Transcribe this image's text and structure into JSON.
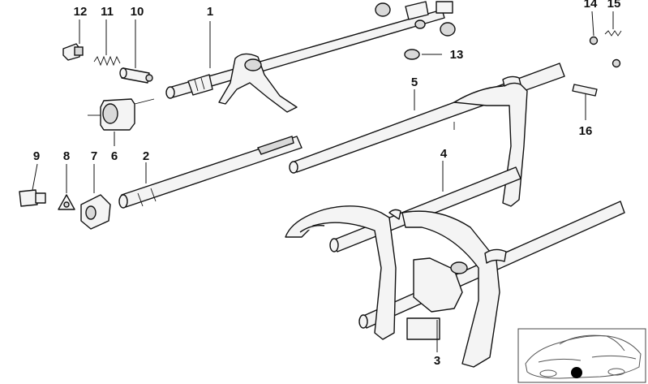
{
  "labels": {
    "n1": "1",
    "n2": "2",
    "n3": "3",
    "n4": "4",
    "n5": "5",
    "n6": "6",
    "n7": "7",
    "n8": "8",
    "n9": "9",
    "n10": "10",
    "n11": "11",
    "n12": "12",
    "n13": "13",
    "n14": "14",
    "n15": "15",
    "n16": "16"
  }
}
